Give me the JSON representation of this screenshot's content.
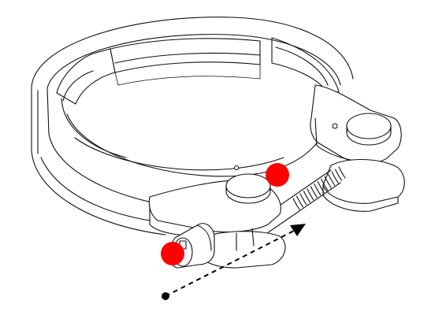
{
  "diagram": {
    "subject": "hose-clamp",
    "colors": {
      "line": "#111111",
      "background": "#ffffff",
      "marker": "#ff0000",
      "arrow": "#000000"
    },
    "markers": [
      {
        "name": "upper-screw-point-marker"
      },
      {
        "name": "lower-screw-point-marker"
      }
    ],
    "arrow": {
      "style": "dashed",
      "direction": "up-right"
    }
  }
}
